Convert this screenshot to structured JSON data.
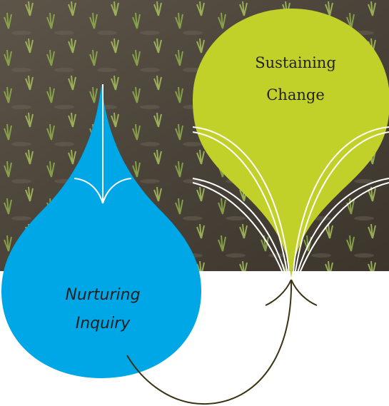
{
  "diagram": {
    "green_drop": {
      "label_line1": "Sustaining",
      "label_line2": "Change",
      "color": "#c2d12a"
    },
    "blue_drop": {
      "label_line1": "Nurturing",
      "label_line2": "Inquiry",
      "color": "#00a7e6"
    },
    "connector_color": "#3b3314",
    "photo": {
      "subject": "rice-seedlings-in-paddy",
      "soil_color": "#4a4339"
    }
  }
}
